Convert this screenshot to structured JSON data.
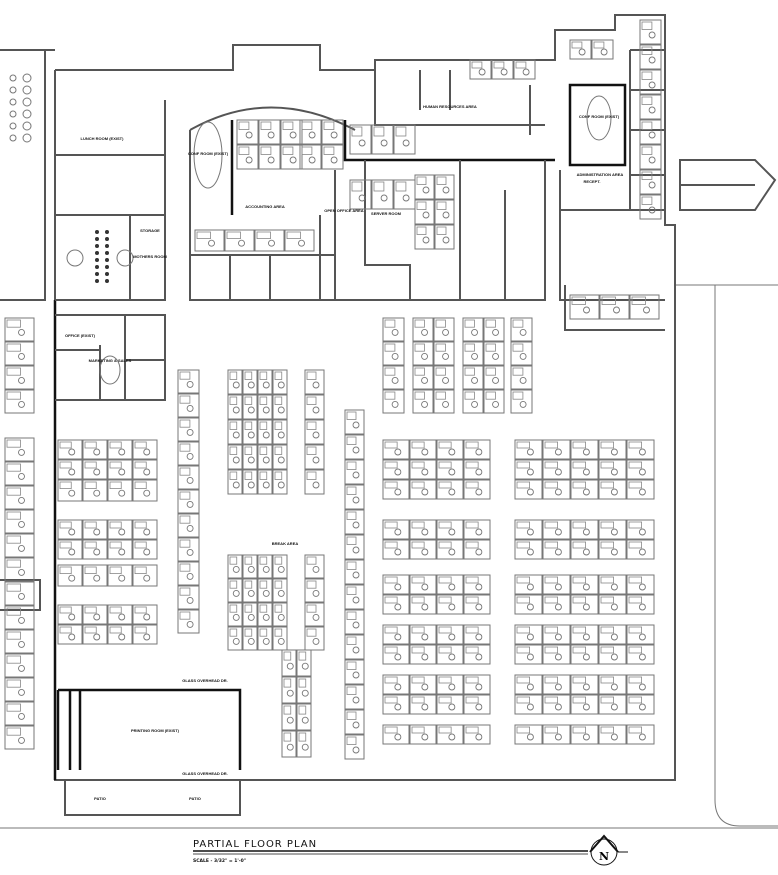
{
  "title_block": {
    "title": "PARTIAL FLOOR PLAN",
    "scale": "SCALE - 3/32\" = 1'-0\"",
    "north_arrow": "N"
  },
  "rooms": {
    "lunch_room": "LUNCH ROOM (EXIST)",
    "storage": "STORAGE",
    "mothers_room": "MOTHERS ROOM",
    "accounting": "ACCOUNTING AREA",
    "open_office": "OPEN OFFICE AREA",
    "conf_room_left": "CONF ROOM (EXIST)",
    "server_room": "SERVER ROOM",
    "human_resources": "HUMAN RESOURCES AREA",
    "conf_room_admin": "CONF ROOM (EXIST)",
    "administration": "ADMINISTRATION AREA",
    "recept": "RECEPT.",
    "marketing": "MARKETING & SALES",
    "office_exist": "OFFICE (EXIST)",
    "printing_room": "PRINTING ROOM (EXIST)",
    "glass_door_top": "GLASS OVERHEAD DR.",
    "glass_door_bottom": "GLASS OVERHEAD DR.",
    "patio_left": "PATIO",
    "patio_right": "PATIO",
    "break_area": "BREAK AREA"
  },
  "colors": {
    "wall": "#555555",
    "wall_heavy": "#111111",
    "furniture": "#777777",
    "background": "#ffffff"
  }
}
